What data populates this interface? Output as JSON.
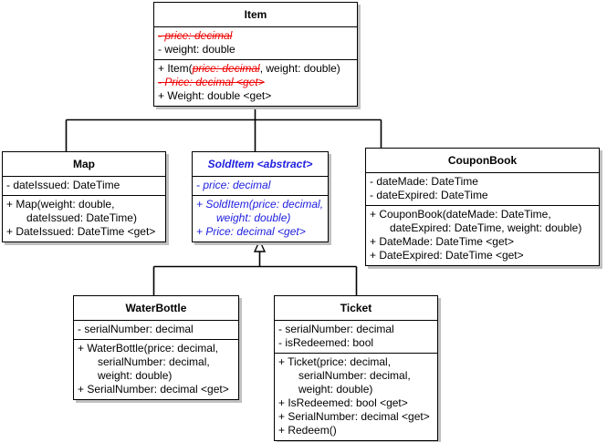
{
  "diagram": {
    "title": "Item class hierarchy UML diagram",
    "colors": {
      "normal_text": "#000000",
      "abstract_text": "#2020e0",
      "struck_text": "#ee0000",
      "box_border": "#000000",
      "box_fill": "#ffffff",
      "shadow": "#c0c0c0",
      "connector": "#000000"
    }
  },
  "classes": {
    "item": {
      "name": "Item",
      "attributes": [
        {
          "text": "- price: decimal",
          "style": "struck"
        },
        {
          "text": "- weight: double",
          "style": "normal"
        }
      ],
      "operations": [
        {
          "prefix": "+ Item(",
          "struck": "price: decimal",
          "suffix": ", weight: double)",
          "style": "mixed"
        },
        {
          "text": "- Price: decimal <get>",
          "style": "struck"
        },
        {
          "text": "+ Weight: double <get>",
          "style": "normal"
        }
      ]
    },
    "map": {
      "name": "Map",
      "attributes": [
        {
          "text": "-  dateIssued: DateTime",
          "style": "normal"
        }
      ],
      "operations": [
        {
          "text": "+ Map(weight: double,",
          "style": "normal"
        },
        {
          "text": "dateIssued: DateTime)",
          "style": "normal",
          "continuation": true
        },
        {
          "text": "+ DateIssued: DateTime <get>",
          "style": "normal"
        }
      ]
    },
    "solditem": {
      "name": "SoldItem <abstract>",
      "abstract": true,
      "attributes": [
        {
          "text": "-  price: decimal",
          "style": "normal"
        }
      ],
      "operations": [
        {
          "text": "+ SoldItem(price: decimal,",
          "style": "normal"
        },
        {
          "text": "weight: double)",
          "style": "normal",
          "continuation": true
        },
        {
          "text": "+ Price: decimal <get>",
          "style": "normal"
        }
      ]
    },
    "couponbook": {
      "name": "CouponBook",
      "attributes": [
        {
          "text": "-  dateMade: DateTime",
          "style": "normal"
        },
        {
          "text": "-  dateExpired: DateTime",
          "style": "normal"
        }
      ],
      "operations": [
        {
          "text": "+ CouponBook(dateMade: DateTime,",
          "style": "normal"
        },
        {
          "text": "dateExpired: DateTime, weight: double)",
          "style": "normal",
          "continuation": true
        },
        {
          "text": "+ DateMade: DateTime <get>",
          "style": "normal"
        },
        {
          "text": "+ DateExpired: DateTime <get>",
          "style": "normal"
        }
      ]
    },
    "waterbottle": {
      "name": "WaterBottle",
      "attributes": [
        {
          "text": "-  serialNumber: decimal",
          "style": "normal"
        }
      ],
      "operations": [
        {
          "text": "+ WaterBottle(price: decimal,",
          "style": "normal"
        },
        {
          "text": "serialNumber: decimal,",
          "style": "normal",
          "continuation": true
        },
        {
          "text": "weight: double)",
          "style": "normal",
          "continuation": true
        },
        {
          "text": "+ SerialNumber: decimal <get>",
          "style": "normal"
        }
      ]
    },
    "ticket": {
      "name": "Ticket",
      "attributes": [
        {
          "text": "-  serialNumber: decimal",
          "style": "normal"
        },
        {
          "text": "-  isRedeemed: bool",
          "style": "normal"
        }
      ],
      "operations": [
        {
          "text": "+ Ticket(price: decimal,",
          "style": "normal"
        },
        {
          "text": "serialNumber: decimal,",
          "style": "normal",
          "continuation": true
        },
        {
          "text": "weight: double)",
          "style": "normal",
          "continuation": true
        },
        {
          "text": "+ IsRedeemed: bool <get>",
          "style": "normal"
        },
        {
          "text": "+ SerialNumber: decimal <get>",
          "style": "normal"
        },
        {
          "text": "+ Redeem()",
          "style": "normal"
        }
      ]
    }
  },
  "relationships": [
    {
      "type": "generalization",
      "from": "Map",
      "to": "Item"
    },
    {
      "type": "generalization",
      "from": "SoldItem",
      "to": "Item"
    },
    {
      "type": "generalization",
      "from": "CouponBook",
      "to": "Item"
    },
    {
      "type": "generalization",
      "from": "WaterBottle",
      "to": "SoldItem"
    },
    {
      "type": "generalization",
      "from": "Ticket",
      "to": "SoldItem"
    }
  ]
}
